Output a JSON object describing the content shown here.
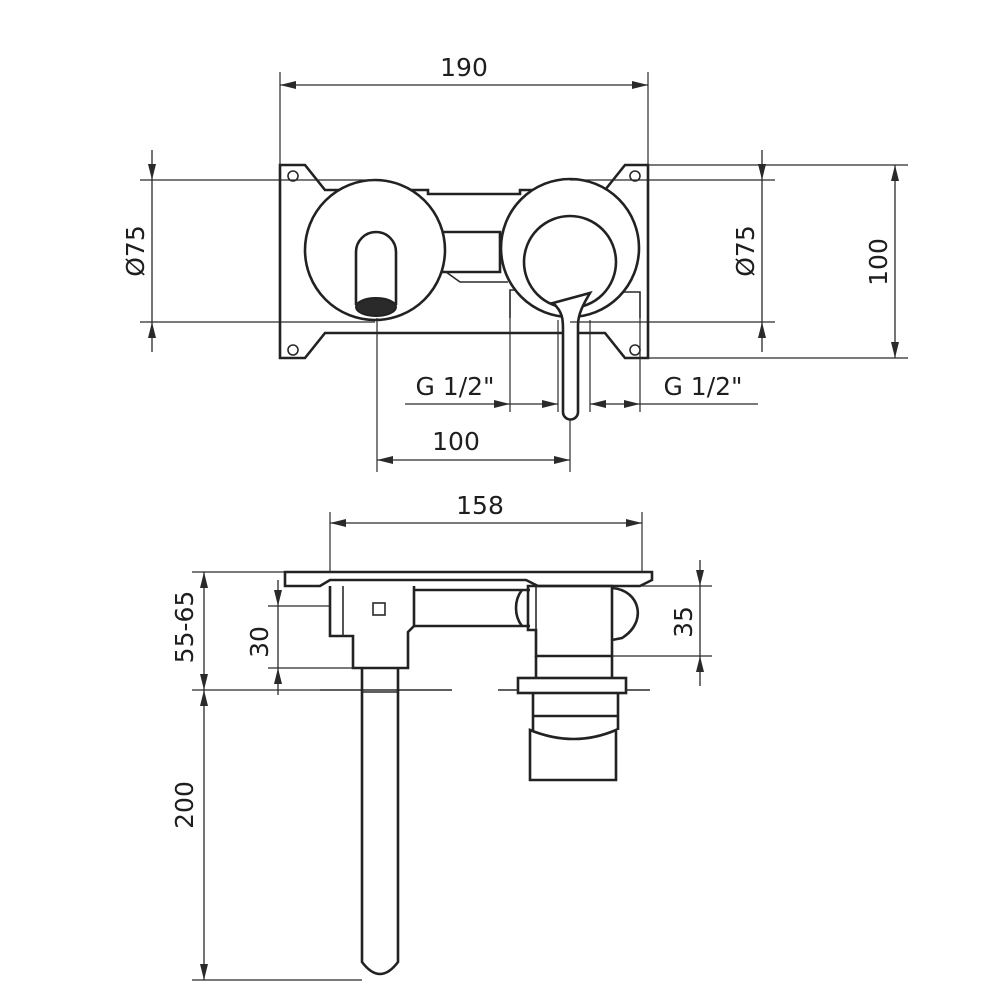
{
  "front_view": {
    "dim_width_190": "190",
    "dim_dia_left": "Ø75",
    "dim_dia_right": "Ø75",
    "dim_height_100": "100",
    "dim_thread_left": "G 1/2\"",
    "dim_thread_right": "G 1/2\"",
    "dim_spacing_100": "100"
  },
  "side_view": {
    "dim_plate_158": "158",
    "dim_depth_55_65": "55-65",
    "dim_30": "30",
    "dim_35": "35",
    "dim_spout_200": "200"
  }
}
